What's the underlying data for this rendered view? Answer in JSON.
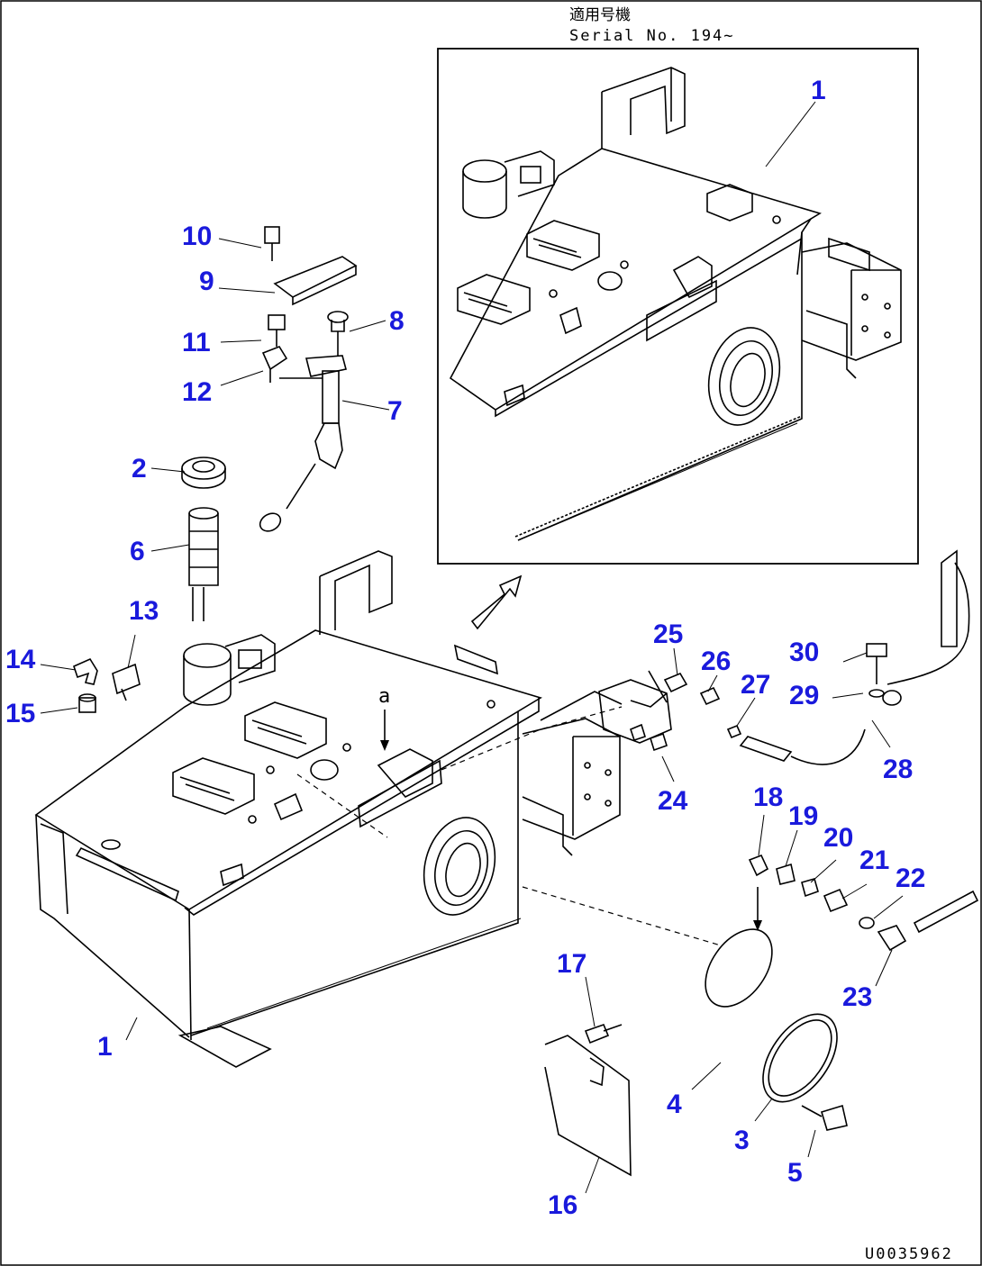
{
  "header": {
    "serial_jp": "適用号機",
    "serial_en": "Serial No. 194~"
  },
  "figure_code": "U0035962",
  "view_marker": "a",
  "callouts": [
    "1",
    "1",
    "2",
    "3",
    "4",
    "5",
    "6",
    "7",
    "8",
    "9",
    "10",
    "11",
    "12",
    "13",
    "14",
    "15",
    "16",
    "17",
    "18",
    "19",
    "20",
    "21",
    "22",
    "23",
    "24",
    "25",
    "26",
    "27",
    "28",
    "29",
    "30"
  ]
}
